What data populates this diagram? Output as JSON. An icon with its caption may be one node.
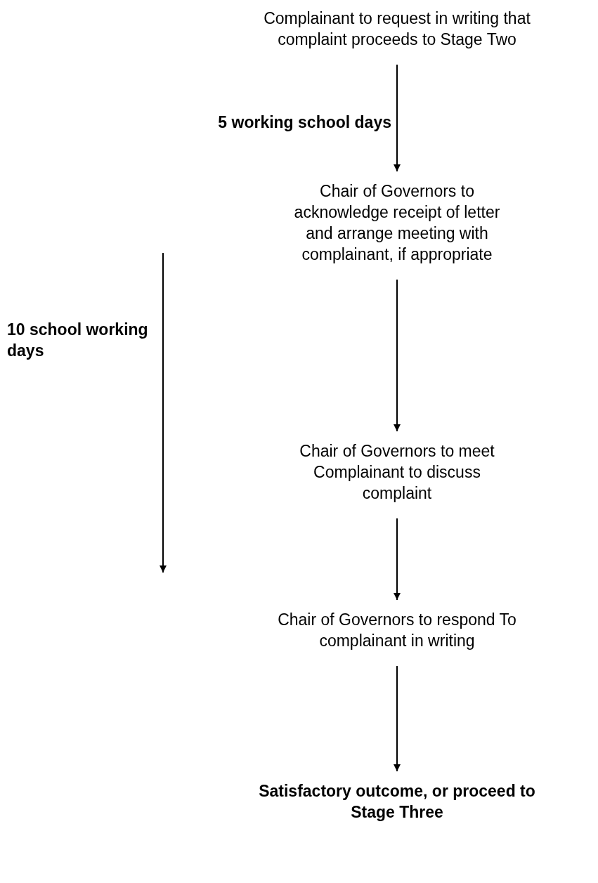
{
  "diagram": {
    "nodes": [
      {
        "text": [
          "Complainant to request in writing that complaint proceeds to Stage Two"
        ]
      },
      {
        "text": [
          "Chair of Governors to acknowledge receipt of letter and arrange meeting with complainant, if appropriate"
        ]
      },
      {
        "text": [
          "Chair of Governors to meet Complainant to discuss complaint"
        ]
      },
      {
        "text": [
          "Chair of Governors to respond To complainant in writing"
        ]
      },
      {
        "text": [
          "Satisfactory outcome, or proceed to Stage Three"
        ]
      }
    ],
    "edges": [
      {
        "from": 0,
        "to": 1,
        "arrow": "to",
        "label": "5 working school days"
      },
      {
        "from": 1,
        "to": 2,
        "arrow": "to"
      },
      {
        "from": 2,
        "to": 3,
        "arrow": "to"
      },
      {
        "from": 3,
        "to": 4,
        "arrow": "to"
      }
    ],
    "labels": [
      "10 school working days"
    ]
  }
}
